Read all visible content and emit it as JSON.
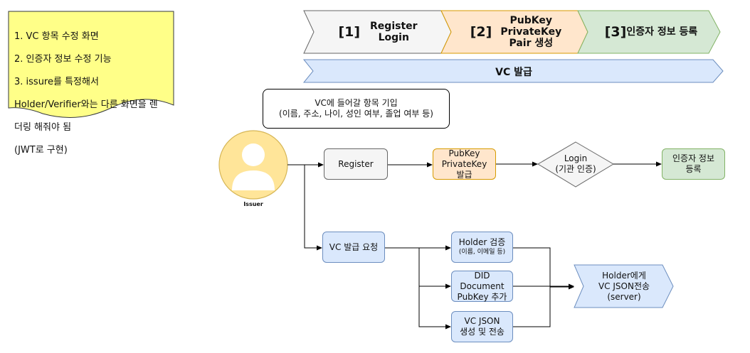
{
  "note": {
    "lines": [
      "1. VC 항목 수정 화면",
      "2. 인증자 정보 수정 기능",
      "3. issure를 특정해서",
      "Holder/Verifier와는 다른 화면을 렌",
      "더링 해줘야 됨",
      "(JWT로 구현)"
    ]
  },
  "steps": [
    {
      "num": "[1]",
      "label": "Register\nLogin"
    },
    {
      "num": "[2]",
      "label": "PubKey\nPrivateKey\nPair 생성"
    },
    {
      "num": "[3]",
      "label": "인증자 정보 등록"
    }
  ],
  "vc_bar": "VC 발급",
  "vc_input_box": "VC에 들어갈 항목 기입\n(이름, 주소, 나이, 성인 여부, 졸업 여부 등)",
  "actor": {
    "label": "Issuer"
  },
  "flow": {
    "register": "Register",
    "pubkey": "PubKey\nPrivateKey\n발급",
    "login": "Login\n(기관 인증)",
    "auth_register": "인증자 정보\n등록",
    "vc_request": "VC 발급 요청",
    "holder_verify": {
      "title": "Holder 검증",
      "sub": "(이름, 이메일 등)"
    },
    "did_document": "DID Document\nPubKey 추가",
    "vc_json": "VC JSON\n생성 및 전송",
    "send": "Holder에게\nVC JSON전송\n(server)"
  },
  "colors": {
    "note_fill": "#ffff88",
    "gray_fill": "#f5f5f5",
    "orange_fill": "#ffe6cc",
    "green_fill": "#d5e8d4",
    "blue_fill": "#dae8fc",
    "actor_fill": "#ffe599"
  }
}
